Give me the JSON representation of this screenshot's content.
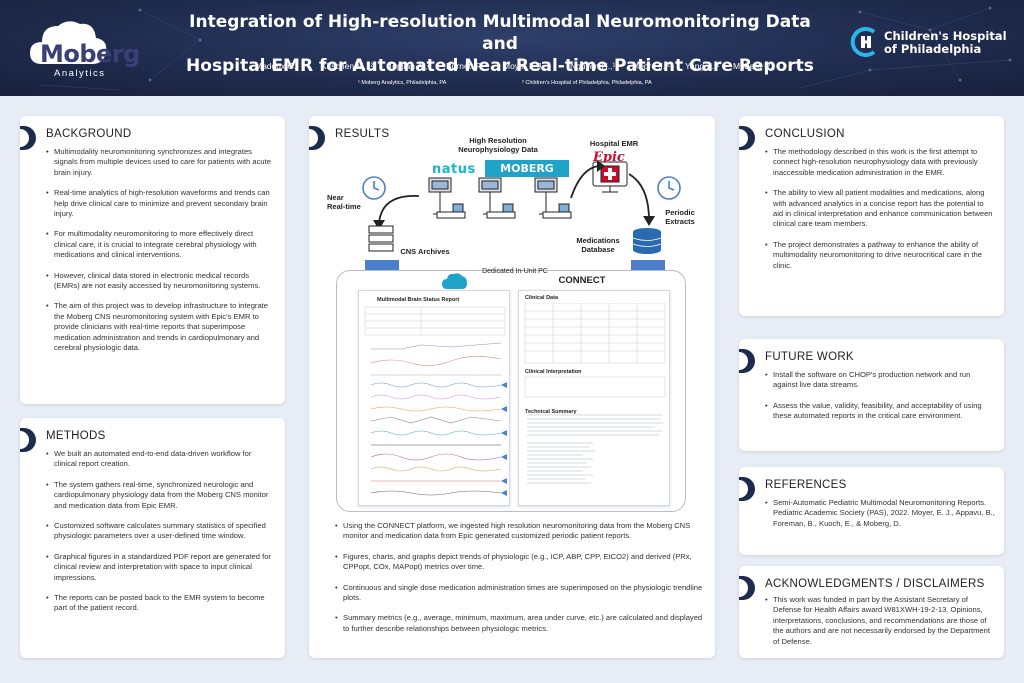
{
  "header": {
    "title_line1": "Integration of High-resolution Multimodal Neuromonitoring Data and",
    "title_line2": "Hospital EMR for Automated Near Real-time Patient Care Reports",
    "moberg_logo_word": "Moberg",
    "moberg_logo_sub": "Analytics",
    "chop_name_line1": "Children's Hospital",
    "chop_name_line2": "of Philadelphia",
    "authors": [
      "Maddux C., ¹",
      "Kirschen M., ²",
      "Topjian A.,²",
      "Burnett R.²",
      "Moyer E.J., ¹",
      "Nguyen H.,¹",
      "Moore J.,¹",
      "Yang Z.,¹",
      "Moberg R., ¹"
    ],
    "affiliation1": "¹  Moberg Analytics, Philadelphia, PA",
    "affiliation2": "²  Children's Hospital of Philadelphia, Philadelphia, PA"
  },
  "background": {
    "heading": "BACKGROUND",
    "items": [
      "Multimodality neuromonitoring synchronizes and integrates signals from multiple devices used to care for patients with acute brain injury.",
      "Real-time analytics of high-resolution waveforms and trends can help drive clinical care to minimize and prevent secondary brain injury.",
      "For multimodality neuromonitoring to more effectively direct clinical care, it is crucial to integrate cerebral physiology with medications and clinical interventions.",
      "However, clinical data stored in electronic medical records (EMRs) are not easily accessed by neuromonitoring systems.",
      "The aim of this project was to develop infrastructure to integrate the Moberg CNS neuromonitoring system with Epic's EMR to provide clinicians with real-time reports that superimpose medication administration and trends in cardiopulmonary and cerebral physiologic data."
    ]
  },
  "methods": {
    "heading": "METHODS",
    "items": [
      "We built an automated end-to-end data-driven workflow for clinical report creation.",
      "The system gathers real-time, synchronized neurologic and cardiopulmonary physiology data from the Moberg CNS monitor and medication data from Epic EMR.",
      "Customized software calculates summary statistics of specified physiologic parameters over a user-defined time window.",
      "Graphical figures in a standardized PDF report are generated for clinical review and interpretation with space to input clinical impressions.",
      "The reports can be posted back to the EMR system to become part of the patient record."
    ]
  },
  "results": {
    "heading": "RESULTS",
    "diagram": {
      "hr_label_line1": "High Resolution",
      "hr_label_line2": "Neurophysiology Data",
      "natus": "natus",
      "moberg": "MOBERG",
      "emr_label": "Hospital EMR",
      "epic": "Epic",
      "near_line1": "Near",
      "near_line2": "Real-time",
      "periodic_line1": "Periodic",
      "periodic_line2": "Extracts",
      "cns_archives": "CNS Archives",
      "med_db_line1": "Medications",
      "med_db_line2": "Database",
      "dedicated_pc": "Dedicated In-Unit PC",
      "connect": "CONNECT",
      "report_title": "Multimodal Brain Status Report",
      "clinical_data": "Clinical Data",
      "clinical_interp": "Clinical Interpretation",
      "technical_summary": "Technical Summary"
    },
    "items": [
      "Using the CONNECT platform, we ingested high resolution neuromonitoring data from the Moberg CNS monitor and medication data from Epic generated customized periodic patient reports.",
      "Figures, charts, and graphs depict trends of physiologic (e.g., ICP, ABP, CPP, EtCO2) and derived (PRx, CPPopt, COx, MAPopt) metrics over time.",
      "Continuous and single dose medication administration times are superimposed on the physiologic trendline plots.",
      "Summary metrics (e.g., average, minimum, maximum, area under curve, etc.) are calculated and displayed to further describe relationships between physiologic metrics."
    ]
  },
  "conclusion": {
    "heading": "CONCLUSION",
    "items": [
      "The methodology described in this work is the first attempt to connect high-resolution neurophysiology data with previously inaccessible medication administration in the EMR.",
      "The ability to view all patient modalities and medications, along with advanced analytics in a concise report has the potential to aid in clinical interpretation and enhance communication between clinical care team members.",
      "The project demonstrates a pathway to enhance the ability of multimodality neuromonitoring to drive neurocritical care in the clinic."
    ]
  },
  "future_work": {
    "heading": "FUTURE WORK",
    "items": [
      "Install the software on CHOP's production network and run against live data streams.",
      "Assess the value, validity, feasibility, and acceptability of using these automated reports in the critical care environment."
    ]
  },
  "references": {
    "heading": "REFERENCES",
    "items": [
      "Semi-Automatic Pediatric Multimodal Neuromonitoring Reports. Pediatric Academic Society (PAS), 2022. Moyer, E. J., Appavu, B., Foreman, B., Kuoch, E., & Moberg, D."
    ]
  },
  "acknowledgments": {
    "heading": "ACKNOWLEDGMENTS / DISCLAIMERS",
    "items": [
      "This work was funded in part by the Assistant Secretary of Defense for Health Affairs award W81XWH-19-2-13. Opinions, interpretations, conclusions, and recommendations are those of the authors and  are not necessarily endorsed by the Department of Defense."
    ]
  },
  "colors": {
    "header_bg": "#1f2b4d",
    "page_bg": "#e8edf5",
    "arrow_blue": "#4b7fc9",
    "natus_teal": "#18b7c9",
    "moberg_blue": "#1fa3c9",
    "epic_red": "#c8102e"
  }
}
